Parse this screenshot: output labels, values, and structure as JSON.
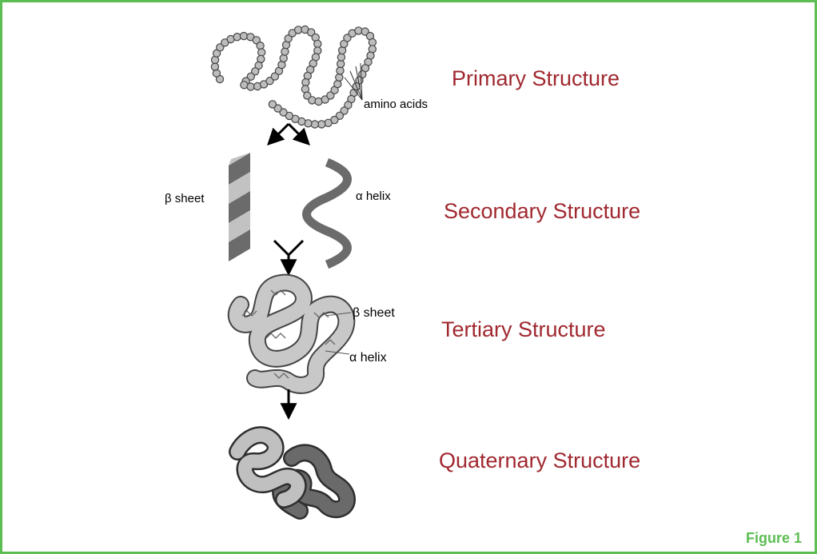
{
  "stages": [
    {
      "title": "Primary Structure"
    },
    {
      "title": "Secondary Structure"
    },
    {
      "title": "Tertiary Structure"
    },
    {
      "title": "Quaternary Structure"
    }
  ],
  "labels": {
    "amino_acids": "amino acids",
    "beta_sheet": "β sheet",
    "alpha_helix": "α helix",
    "tertiary_beta_sheet": "β sheet",
    "tertiary_alpha_helix": "α helix"
  },
  "figure_label": "Figure 1",
  "colors": {
    "frame": "#5cbd52",
    "title": "#a0282f",
    "figure_label": "#5cbd52",
    "dark_gray": "#6b6b6b",
    "light_gray": "#c2c2c2"
  }
}
